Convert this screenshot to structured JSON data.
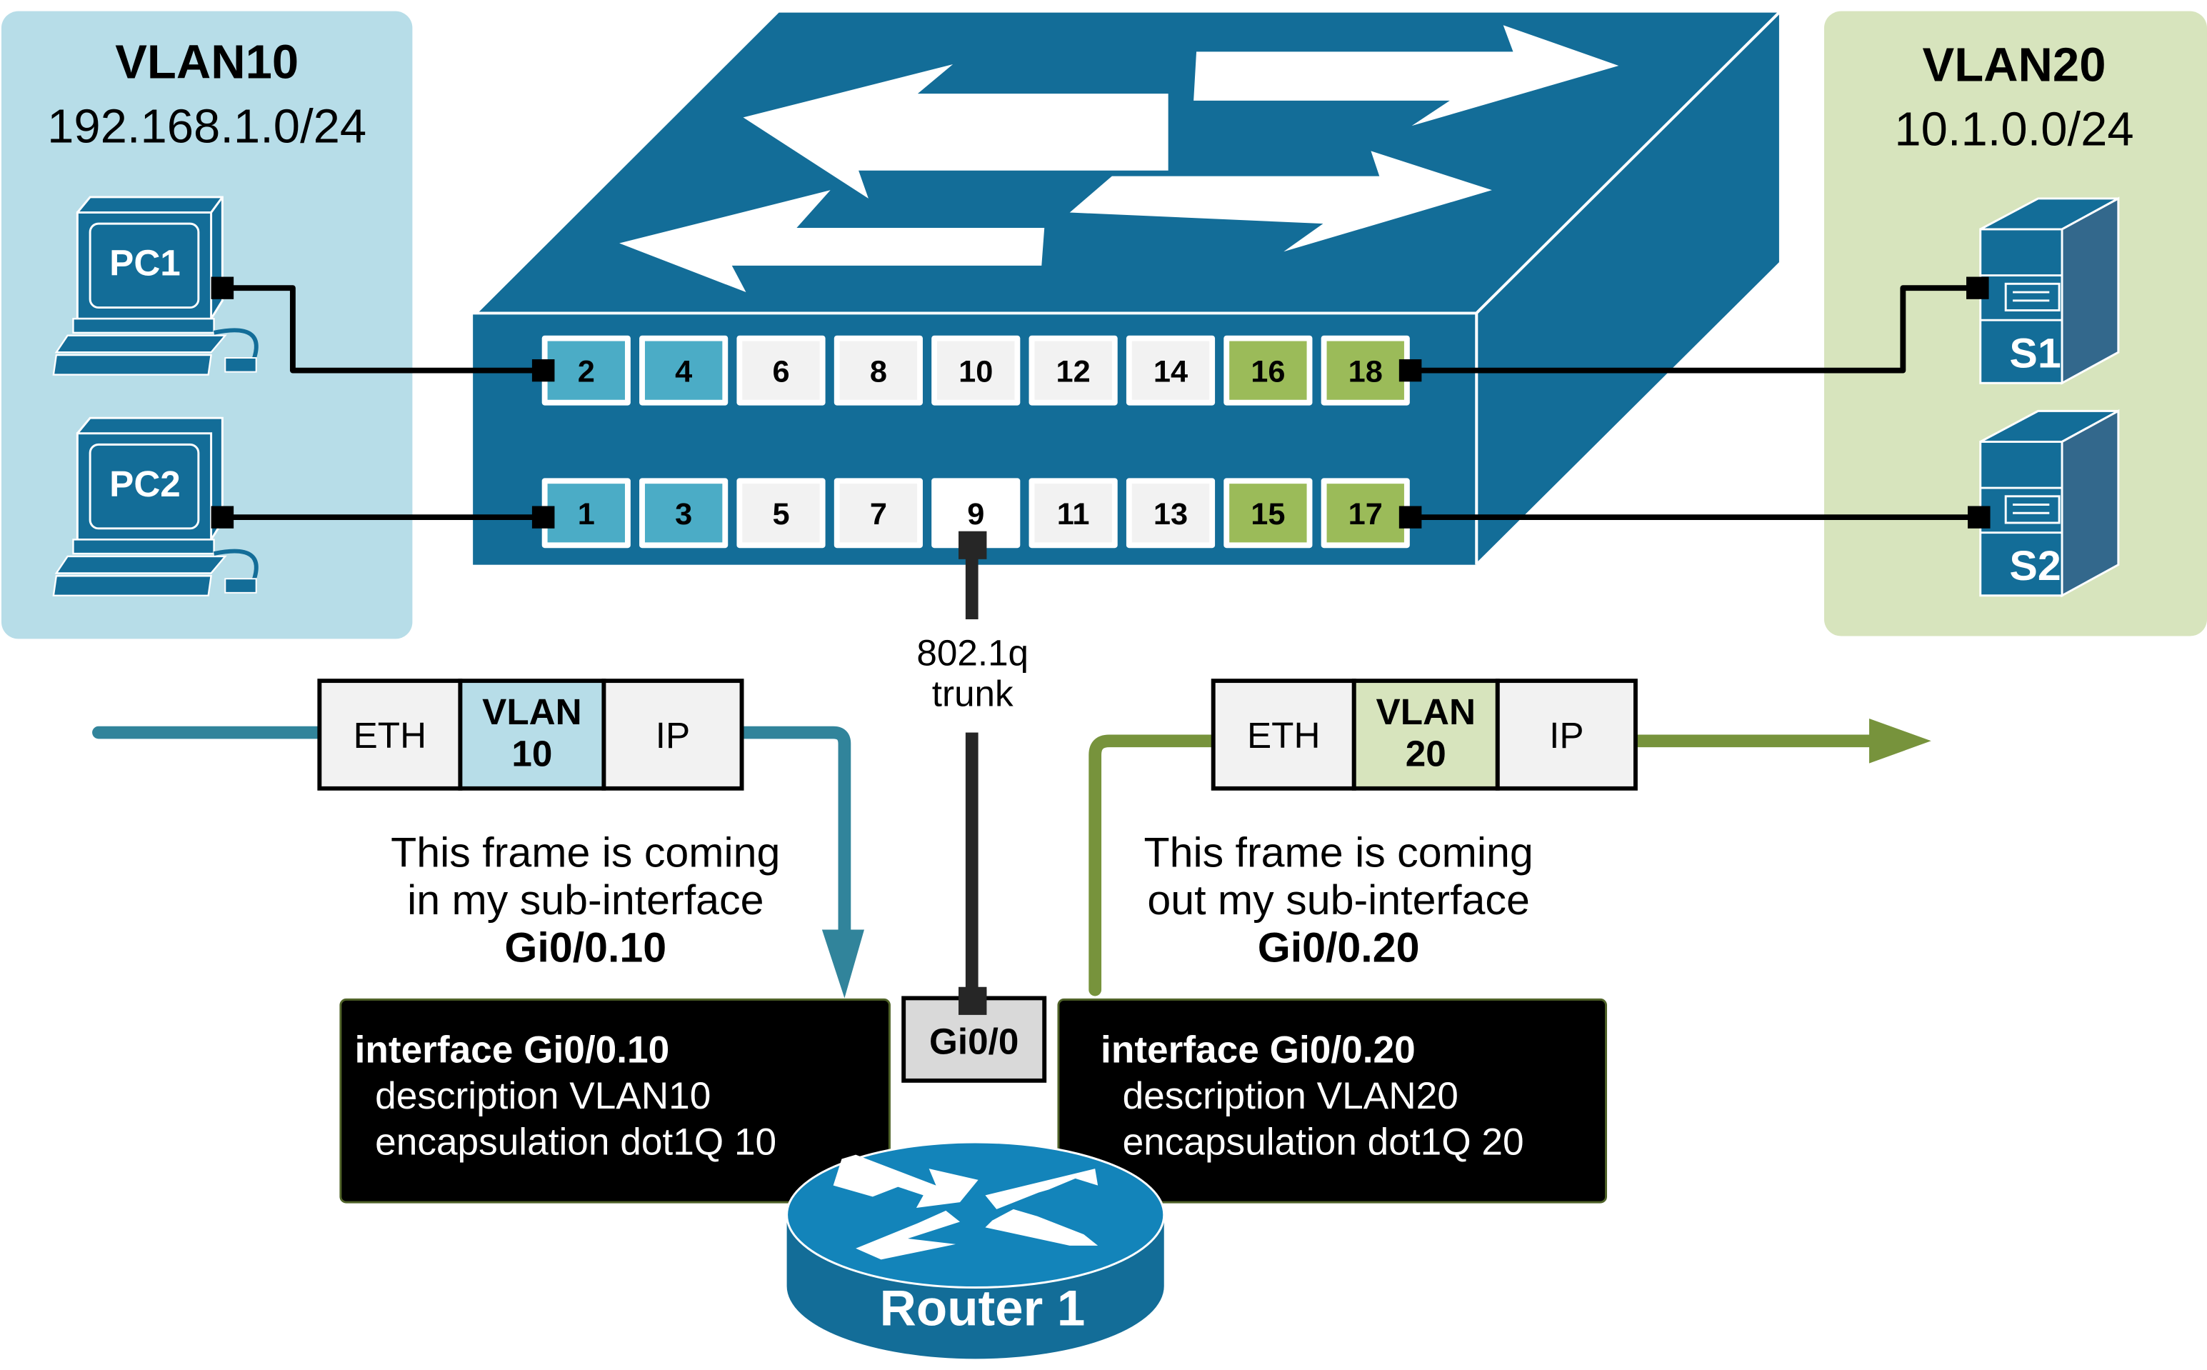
{
  "colors": {
    "vlan10_zone": "#B7DDE8",
    "vlan20_zone": "#D7E4BD",
    "device_blue": "#136D98",
    "router_top": "#1384BA",
    "vlan10_port": "#4BACC6",
    "vlan20_port": "#9BBB59",
    "idle_port": "#F2F2F2",
    "trunk_port": "#FFFFFF",
    "vlan10_arrow": "#31849B",
    "vlan20_arrow": "#77933C",
    "config_box": "#000000"
  },
  "zones": {
    "vlan10": {
      "name": "VLAN10",
      "subnet": "192.168.1.0/24"
    },
    "vlan20": {
      "name": "VLAN20",
      "subnet": "10.1.0.0/24"
    }
  },
  "hosts": {
    "pc1": "PC1",
    "pc2": "PC2",
    "s1": "S1",
    "s2": "S2"
  },
  "switch": {
    "top_row": [
      {
        "num": "2",
        "vlan": "10"
      },
      {
        "num": "4",
        "vlan": "10"
      },
      {
        "num": "6",
        "vlan": ""
      },
      {
        "num": "8",
        "vlan": ""
      },
      {
        "num": "10",
        "vlan": ""
      },
      {
        "num": "12",
        "vlan": ""
      },
      {
        "num": "14",
        "vlan": ""
      },
      {
        "num": "16",
        "vlan": "20"
      },
      {
        "num": "18",
        "vlan": "20"
      }
    ],
    "bottom_row": [
      {
        "num": "1",
        "vlan": "10"
      },
      {
        "num": "3",
        "vlan": "10"
      },
      {
        "num": "5",
        "vlan": ""
      },
      {
        "num": "7",
        "vlan": ""
      },
      {
        "num": "9",
        "vlan": "trunk"
      },
      {
        "num": "11",
        "vlan": ""
      },
      {
        "num": "13",
        "vlan": ""
      },
      {
        "num": "15",
        "vlan": "20"
      },
      {
        "num": "17",
        "vlan": "20"
      }
    ]
  },
  "trunk": {
    "line1": "802.1q",
    "line2": "trunk"
  },
  "frame_in": {
    "eth": "ETH",
    "vlan_line1": "VLAN",
    "vlan_line2": "10",
    "ip": "IP"
  },
  "frame_out": {
    "eth": "ETH",
    "vlan_line1": "VLAN",
    "vlan_line2": "20",
    "ip": "IP"
  },
  "desc_in": {
    "line1": "This frame is coming",
    "line2": "in my sub-interface",
    "line3": "Gi0/0.10"
  },
  "desc_out": {
    "line1": "This frame is coming",
    "line2": "out my sub-interface",
    "line3": "Gi0/0.20"
  },
  "physical_interface": "Gi0/0",
  "config_10": {
    "line1": "interface Gi0/0.10",
    "line2": " description VLAN10",
    "line3": " encapsulation dot1Q 10"
  },
  "config_20": {
    "line1": "interface Gi0/0.20",
    "line2": " description VLAN20",
    "line3": " encapsulation dot1Q 20"
  },
  "router": {
    "name": "Router 1"
  }
}
